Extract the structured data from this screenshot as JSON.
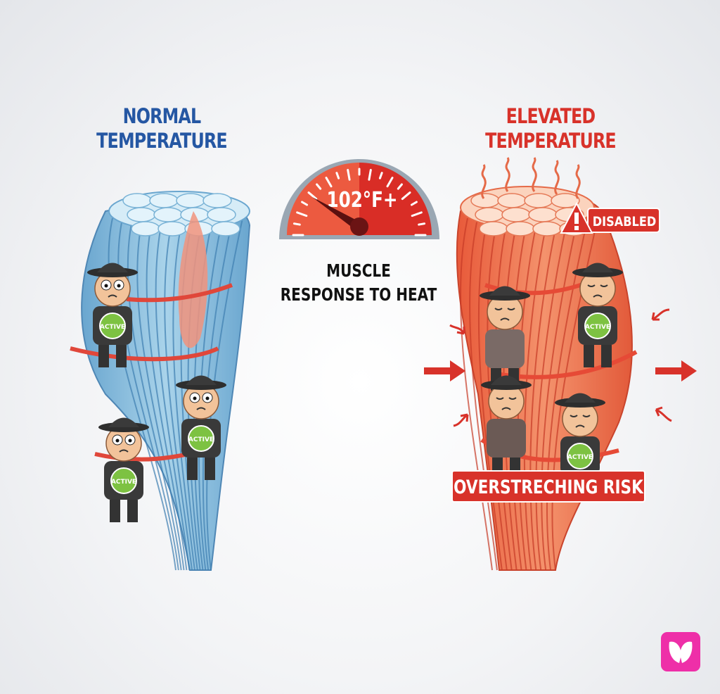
{
  "left_panel": {
    "title_lines": [
      "NORMAL",
      "TEMPERATURE"
    ],
    "badge_text": "ACTIVE",
    "muscle_color": "#8fc1df"
  },
  "right_panel": {
    "title_lines": [
      "ELEVATED",
      "TEMPERATURE"
    ],
    "warning_label": "DISABLED",
    "risk_label": "OVERSTRECHING RISK",
    "badge_text": "ACTIVE",
    "muscle_color": "#ef7a55"
  },
  "gauge": {
    "reading": "102°F+",
    "caption_lines": [
      "MUSCLE",
      "RESPONSE TO HEAT"
    ]
  },
  "colors": {
    "normal_accent": "#2557a3",
    "elevated_accent": "#d8322a",
    "badge_green": "#7dc242",
    "logo_pink": "#ee2fa8"
  }
}
